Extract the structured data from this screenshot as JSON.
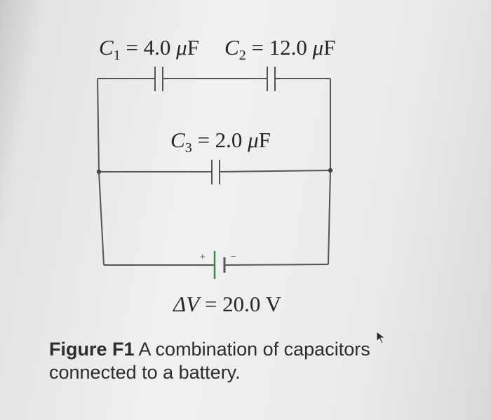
{
  "diagram": {
    "capacitors": [
      {
        "id": "C1",
        "symbol": "C",
        "subscript": "1",
        "value": "= 4.0",
        "unit": "F"
      },
      {
        "id": "C2",
        "symbol": "C",
        "subscript": "2",
        "value": "= 12.0",
        "unit": "F"
      },
      {
        "id": "C3",
        "symbol": "C",
        "subscript": "3",
        "value": "= 2.0",
        "unit": "F"
      }
    ],
    "micro": "μ",
    "battery": {
      "label": "ΔV",
      "value": "= 20.0 V",
      "positive": "+",
      "negative": "−"
    }
  },
  "caption": {
    "figure_number": "Figure F1",
    "text": " A combination of capacitors connected to a battery."
  },
  "colors": {
    "wire": "#555555",
    "battery_plate": "#3d8a4a",
    "text": "#262626"
  },
  "icons": {
    "pointer": "cursor-arrow-icon"
  }
}
